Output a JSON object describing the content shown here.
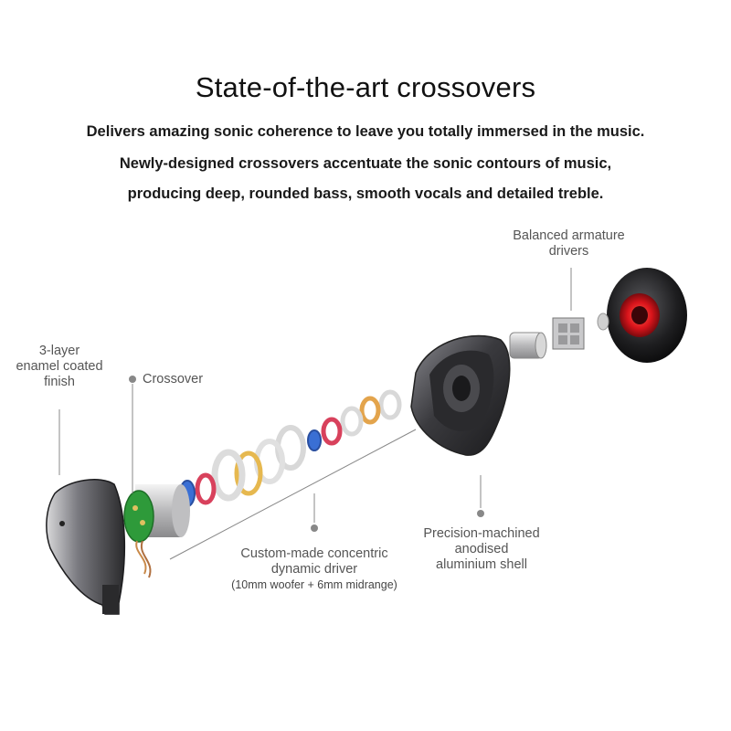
{
  "headline": "State-of-the-art crossovers",
  "subtext": [
    "Delivers amazing sonic coherence to leave you totally immersed in the music.",
    "Newly-designed crossovers accentuate the sonic contours of music,",
    "producing deep, rounded bass, smooth vocals and detailed treble."
  ],
  "labels": {
    "balanced_armature": [
      "Balanced armature",
      "drivers"
    ],
    "enamel_finish": [
      "3-layer",
      "enamel coated",
      "finish"
    ],
    "crossover": "Crossover",
    "dynamic_driver": [
      "Custom-made concentric",
      "dynamic driver"
    ],
    "dynamic_driver_note": "(10mm woofer + 6mm midrange)",
    "shell": [
      "Precision-machined",
      "anodised",
      "aluminium shell"
    ]
  },
  "colors": {
    "eartip_core": "#d9141b",
    "pcb_green": "#2e9a3a",
    "label_grey": "#555555",
    "shell_dark": "#2b2b2e"
  }
}
